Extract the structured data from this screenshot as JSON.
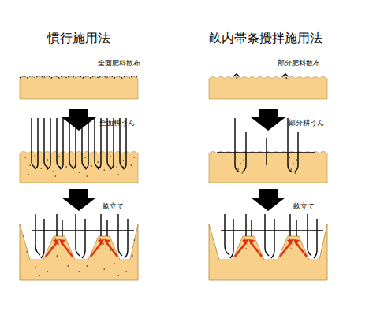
{
  "diagram": {
    "labels": [
      "慣行施用法",
      "畝内帯条攪拌施用法",
      "全面肥料散布",
      "全面耕うん",
      "畝立て",
      "部分肥料散布",
      "部分耕うん",
      "畝立て"
    ]
  }
}
